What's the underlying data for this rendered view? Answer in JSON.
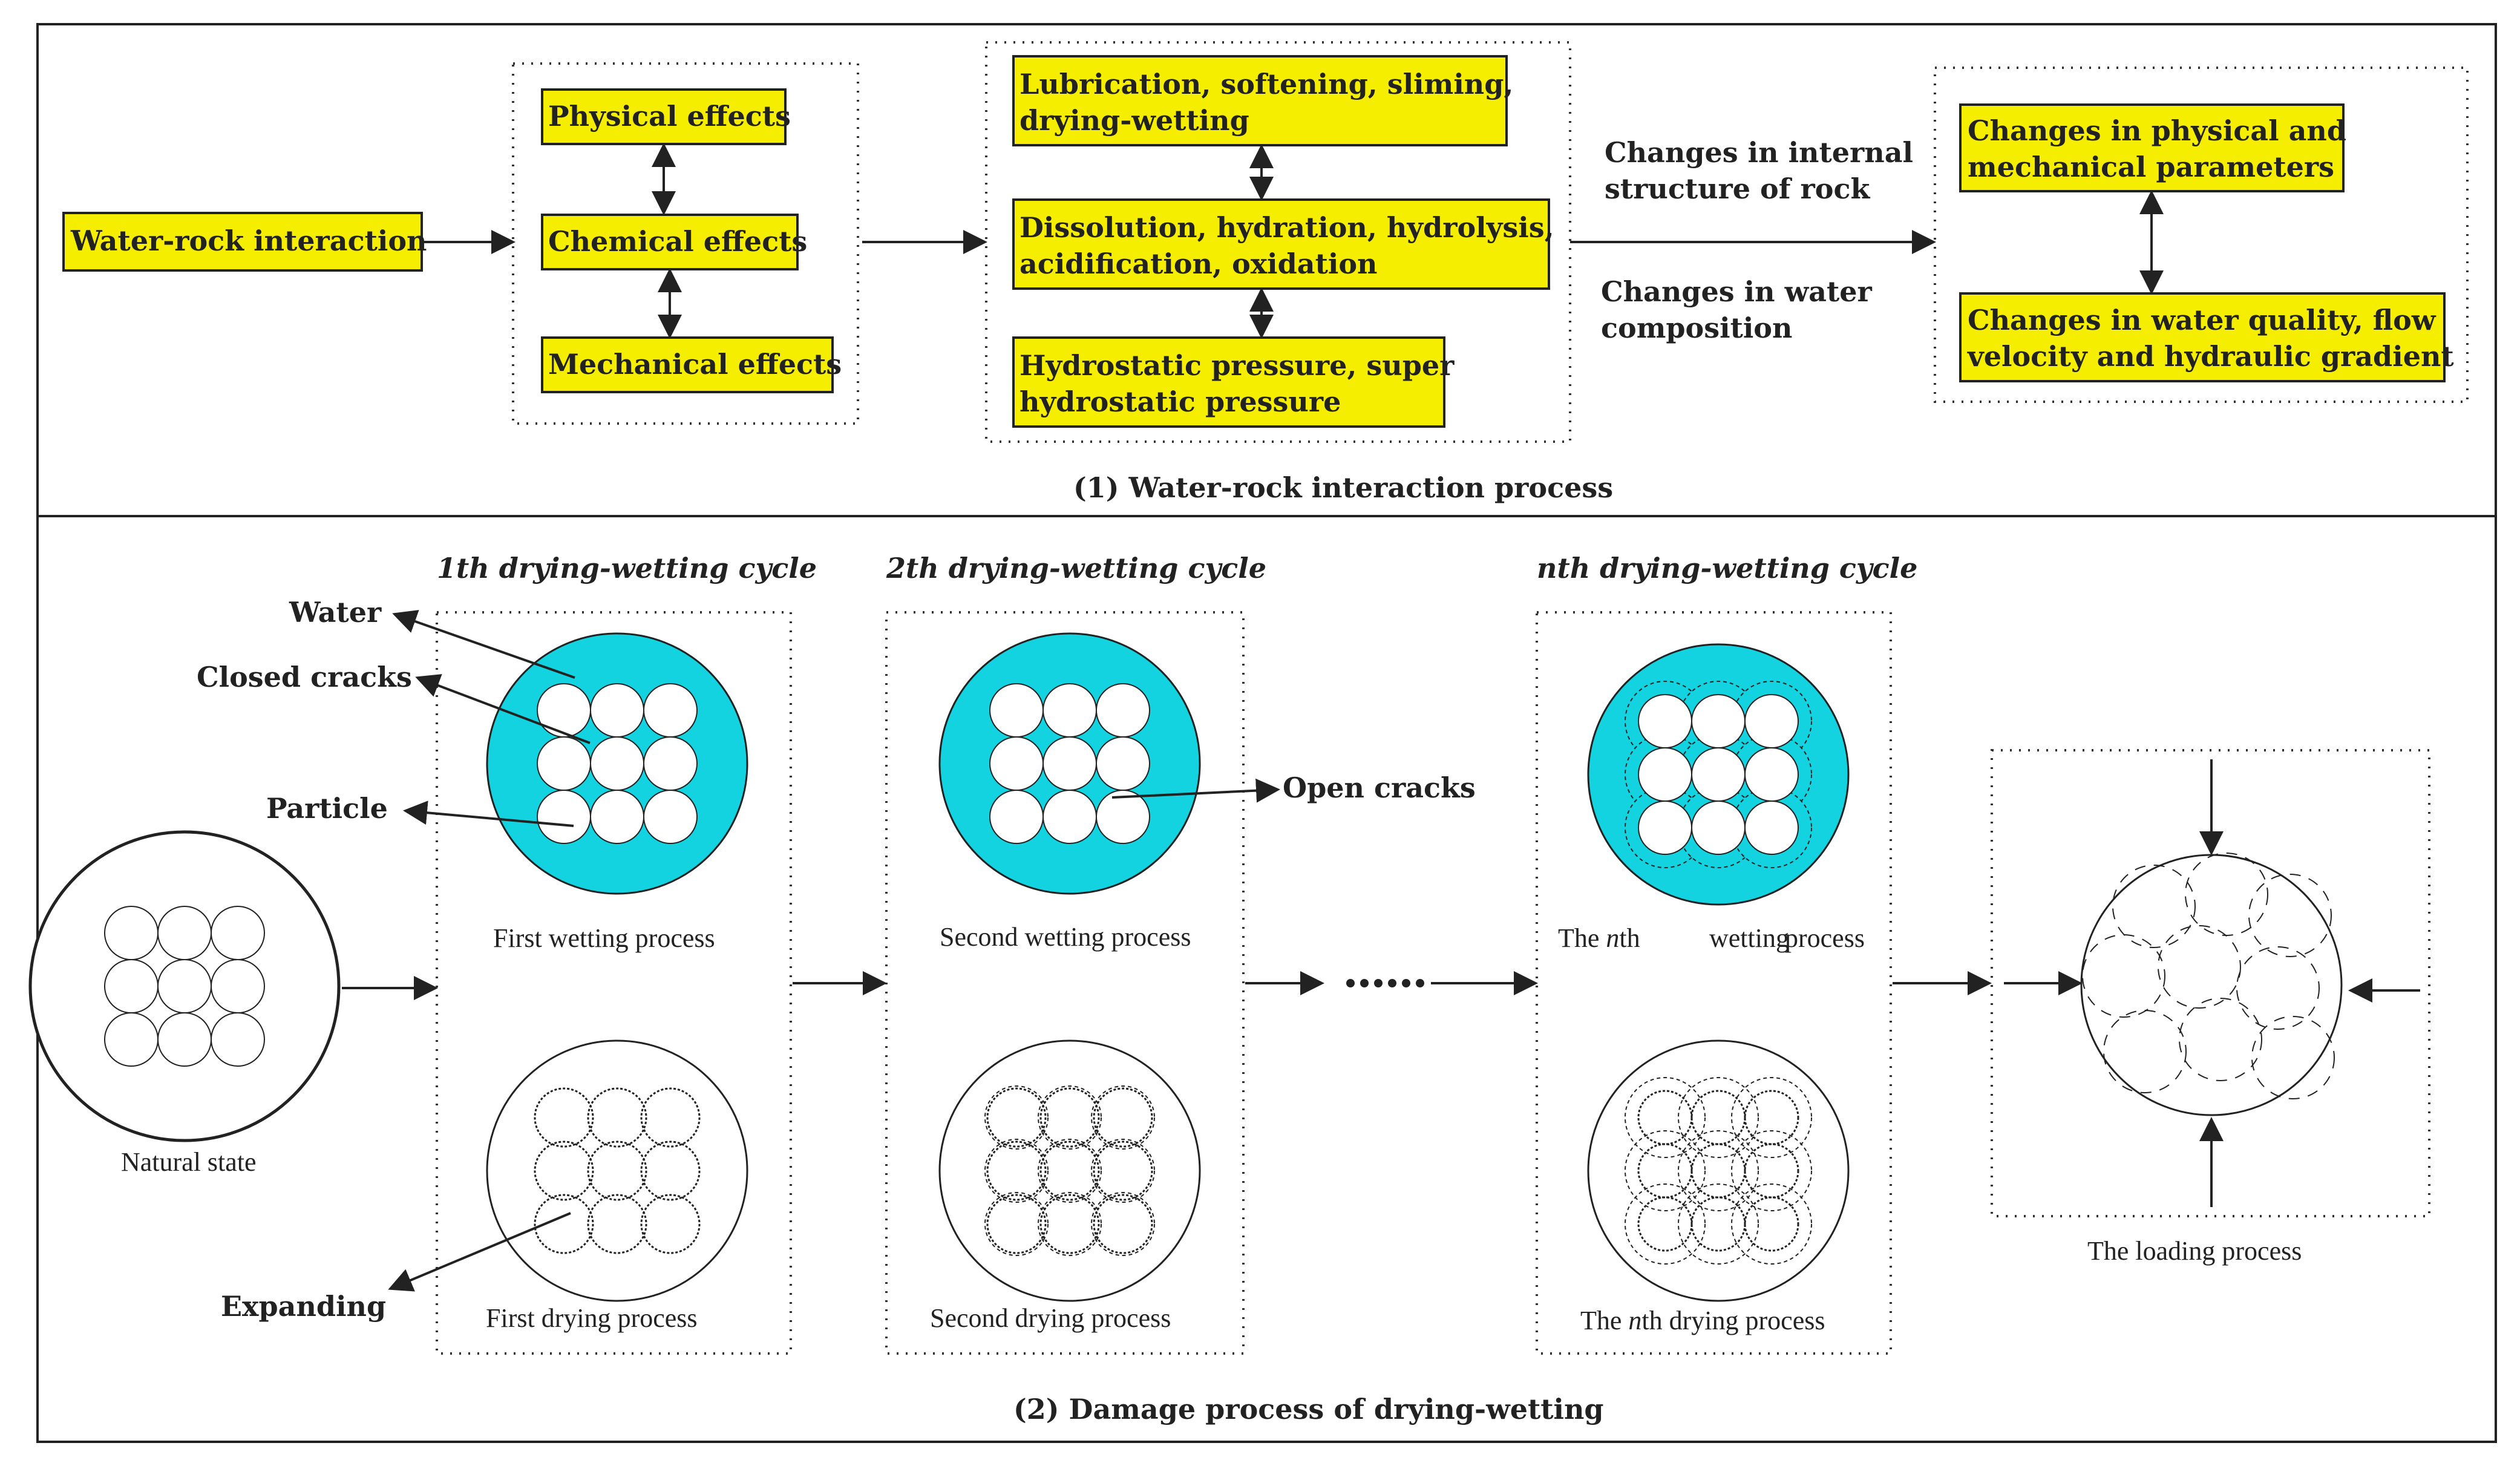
{
  "colors": {
    "box_fill": "#f5ee00",
    "water": "#12d3df",
    "line": "#222222"
  },
  "top": {
    "caption": "(1)  Water-rock interaction process",
    "water_rock": "Water-rock interaction",
    "effects": [
      "Physical effects",
      "Chemical effects",
      "Mechanical effects"
    ],
    "processes": [
      [
        "Lubrication, softening, sliming,",
        "drying-wetting"
      ],
      [
        "Dissolution, hydration, hydrolysis,",
        "acidification, oxidation"
      ],
      [
        "Hydrostatic pressure, super",
        "hydrostatic pressure"
      ]
    ],
    "change_rock": [
      "Changes in internal",
      "structure of rock"
    ],
    "change_water": [
      "Changes in water",
      "composition"
    ],
    "results": [
      [
        "Changes in physical and",
        "mechanical parameters"
      ],
      [
        "Changes in water quality, flow",
        "velocity and hydraulic gradient"
      ]
    ]
  },
  "bottom": {
    "caption": "(2)  Damage process of drying-wetting",
    "cycles": [
      "1th drying-wetting cycle",
      "2th drying-wetting cycle",
      "nth drying-wetting cycle"
    ],
    "labels": {
      "water": "Water",
      "closed_cracks": "Closed cracks",
      "particle": "Particle",
      "expanding": "Expanding",
      "open_cracks": "Open cracks",
      "natural": "Natural state",
      "w1": "First wetting process",
      "d1": "First drying process",
      "w2": "Second wetting process",
      "d2": "Second drying process",
      "wn": [
        "The ",
        "n",
        "th",
        "wetting",
        "process"
      ],
      "dn": [
        "The ",
        "n",
        "th drying process"
      ],
      "loading": "The loading process"
    }
  }
}
